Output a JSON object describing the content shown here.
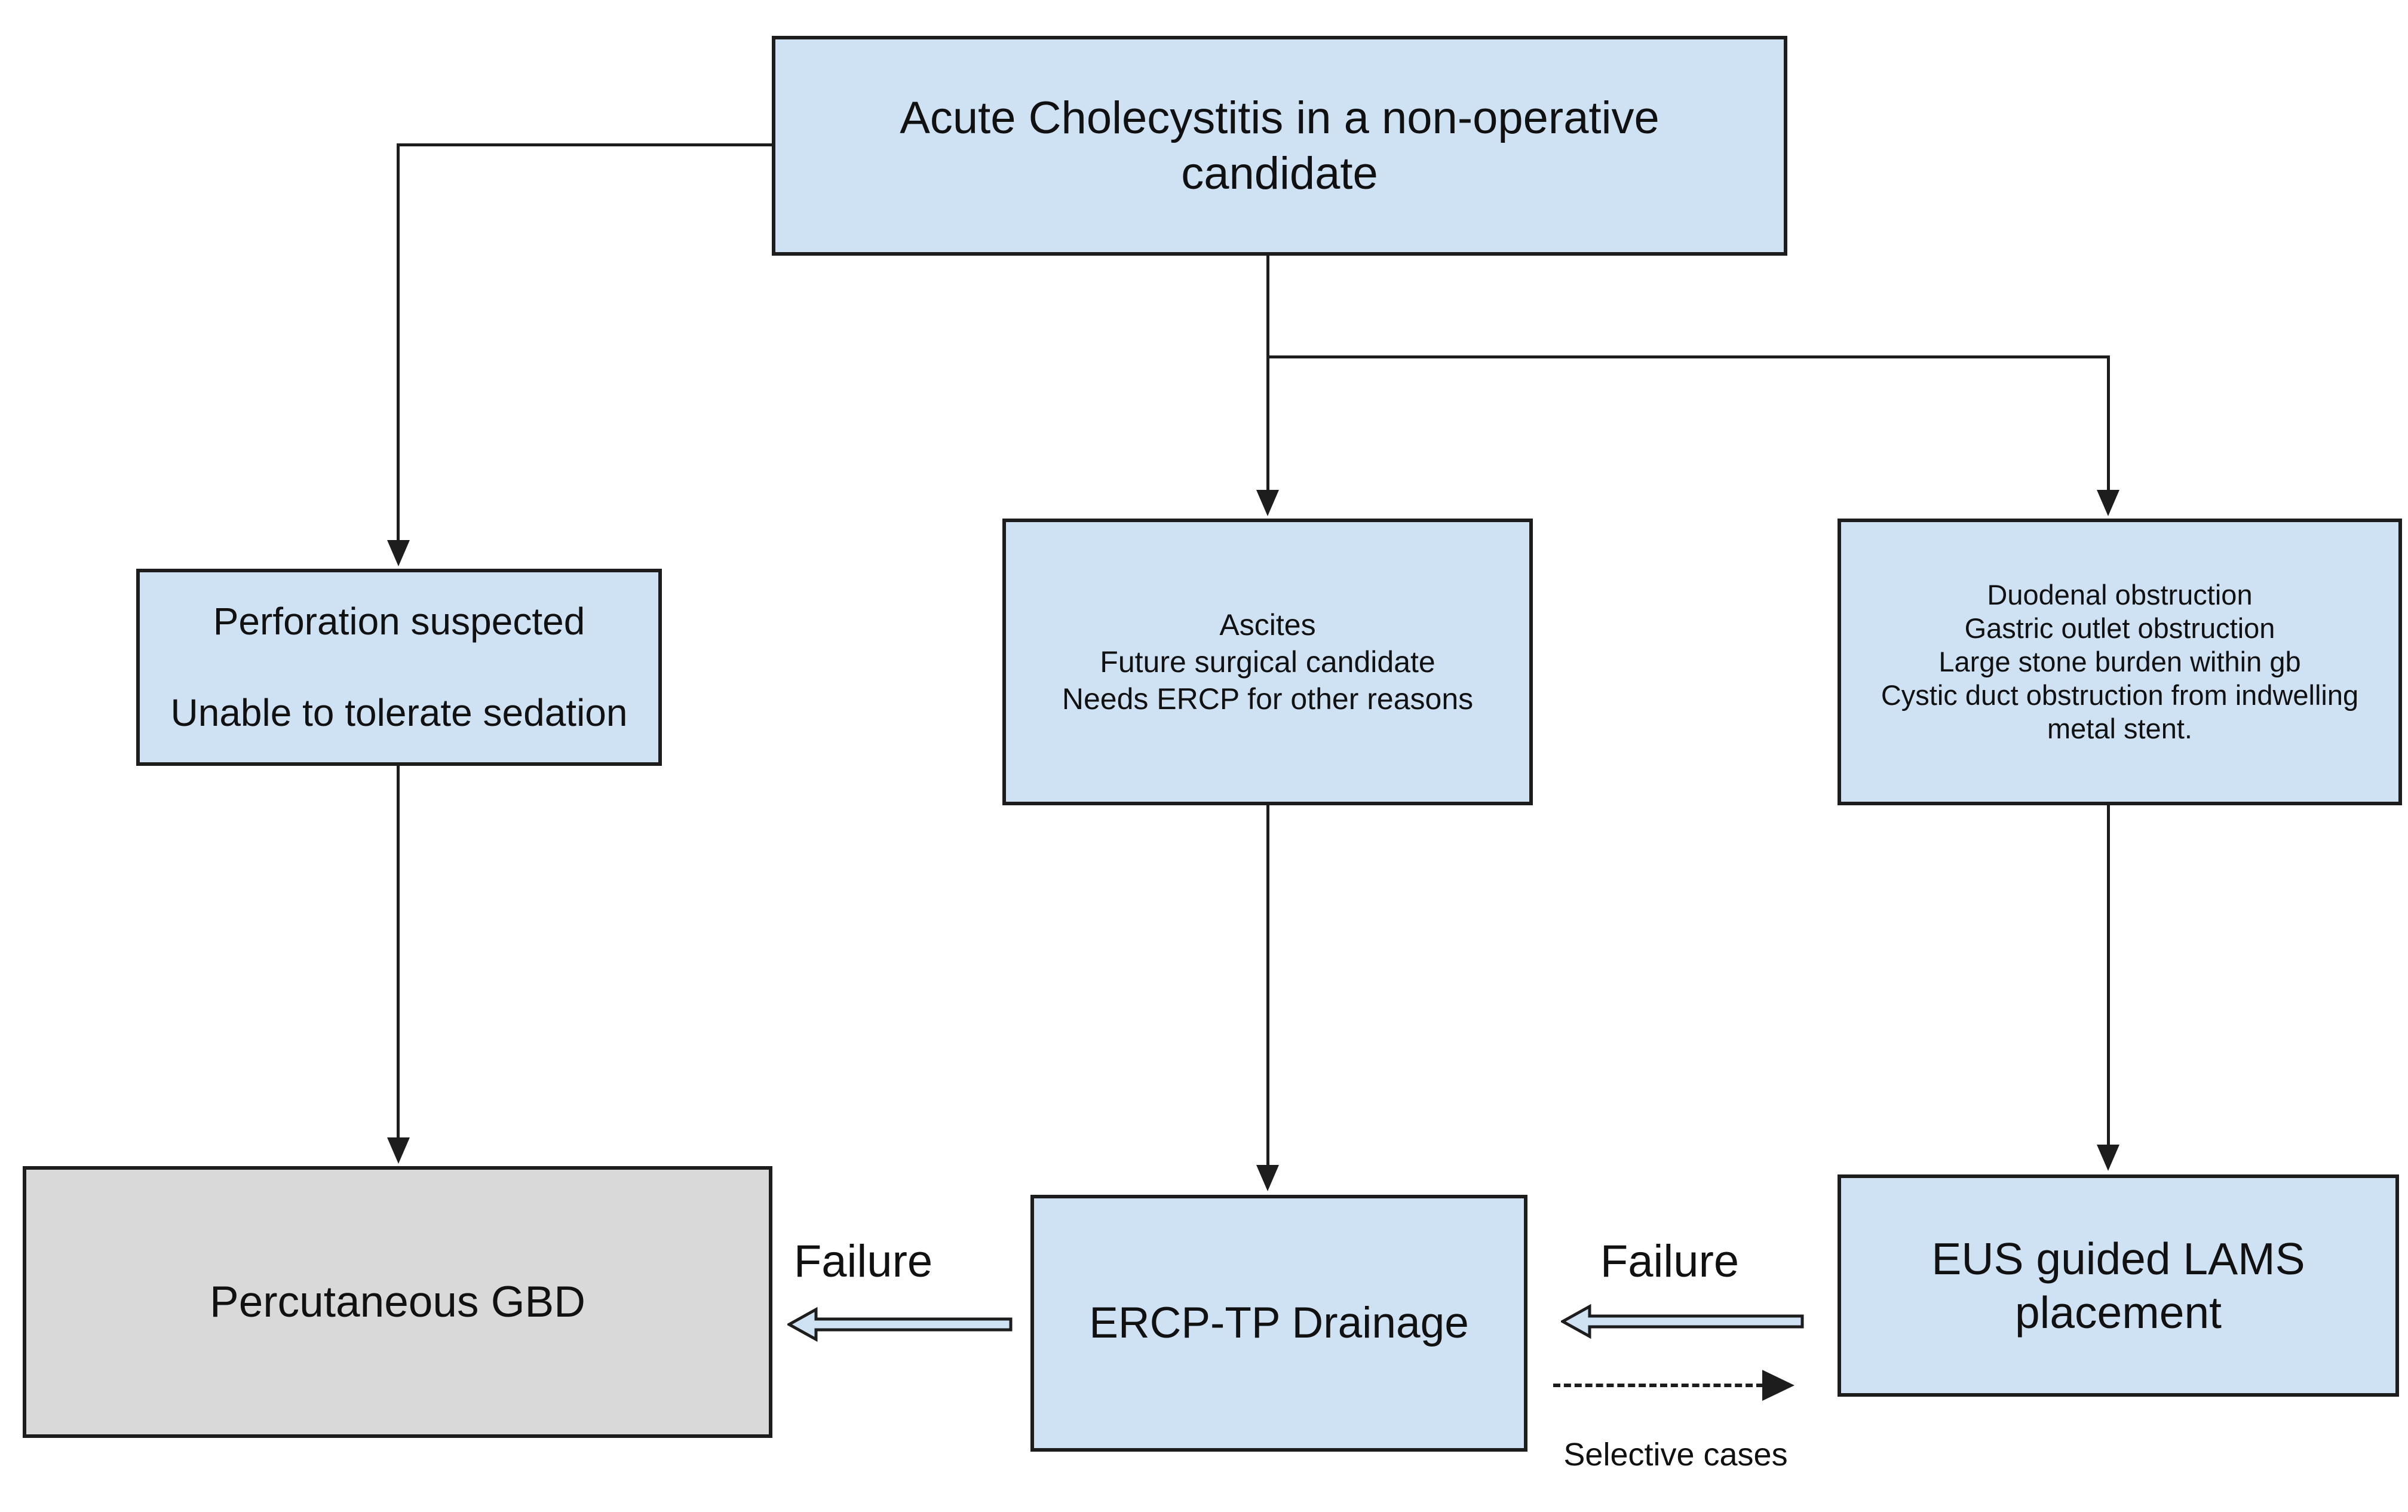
{
  "nodes": {
    "root": {
      "lines": [
        "Acute Cholecystitis in a non-operative",
        "candidate"
      ]
    },
    "perforation": {
      "lines": [
        "Perforation suspected",
        "Unable to tolerate sedation"
      ]
    },
    "ascites": {
      "lines": [
        "Ascites",
        "Future surgical candidate",
        "Needs ERCP for other reasons"
      ]
    },
    "obstruction": {
      "lines": [
        "Duodenal obstruction",
        "Gastric outlet obstruction",
        "Large stone burden within gb",
        "Cystic duct obstruction from indwelling",
        "metal stent."
      ]
    },
    "percutaneous": {
      "lines": [
        "Percutaneous GBD"
      ]
    },
    "ercp": {
      "lines": [
        "ERCP-TP Drainage"
      ]
    },
    "eus": {
      "lines": [
        "EUS guided LAMS",
        "placement"
      ]
    }
  },
  "labels": {
    "failure_left": "Failure",
    "failure_right": "Failure",
    "selective_cases": "Selective cases"
  },
  "colors": {
    "background": "#ffffff",
    "node_fill": "#cfe2f3",
    "terminal_fill": "#d9d9d9",
    "arrow_fill": "#cfe2f3",
    "outline": "#1d1d1d",
    "text": "#111111"
  }
}
